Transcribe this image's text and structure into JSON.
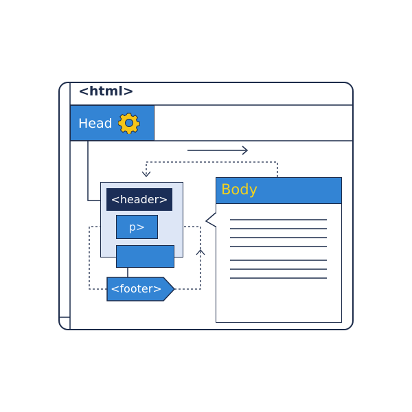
{
  "diagram": {
    "window": {
      "title": "<html>"
    },
    "head": {
      "label": "Head",
      "icon": "gear-icon",
      "icon_color": "#f5c518"
    },
    "header_group": {
      "header_label": "<header>",
      "p_label": "p>",
      "block_label": "",
      "footer_label": "<footer>"
    },
    "body": {
      "label": "Body",
      "text_lines": 7
    },
    "colors": {
      "outline": "#1c2b4a",
      "primary_blue": "#3384d4",
      "dark_navy": "#1b2e57",
      "light_group_bg": "#dde6f6",
      "body_title": "#f2d21e"
    }
  }
}
